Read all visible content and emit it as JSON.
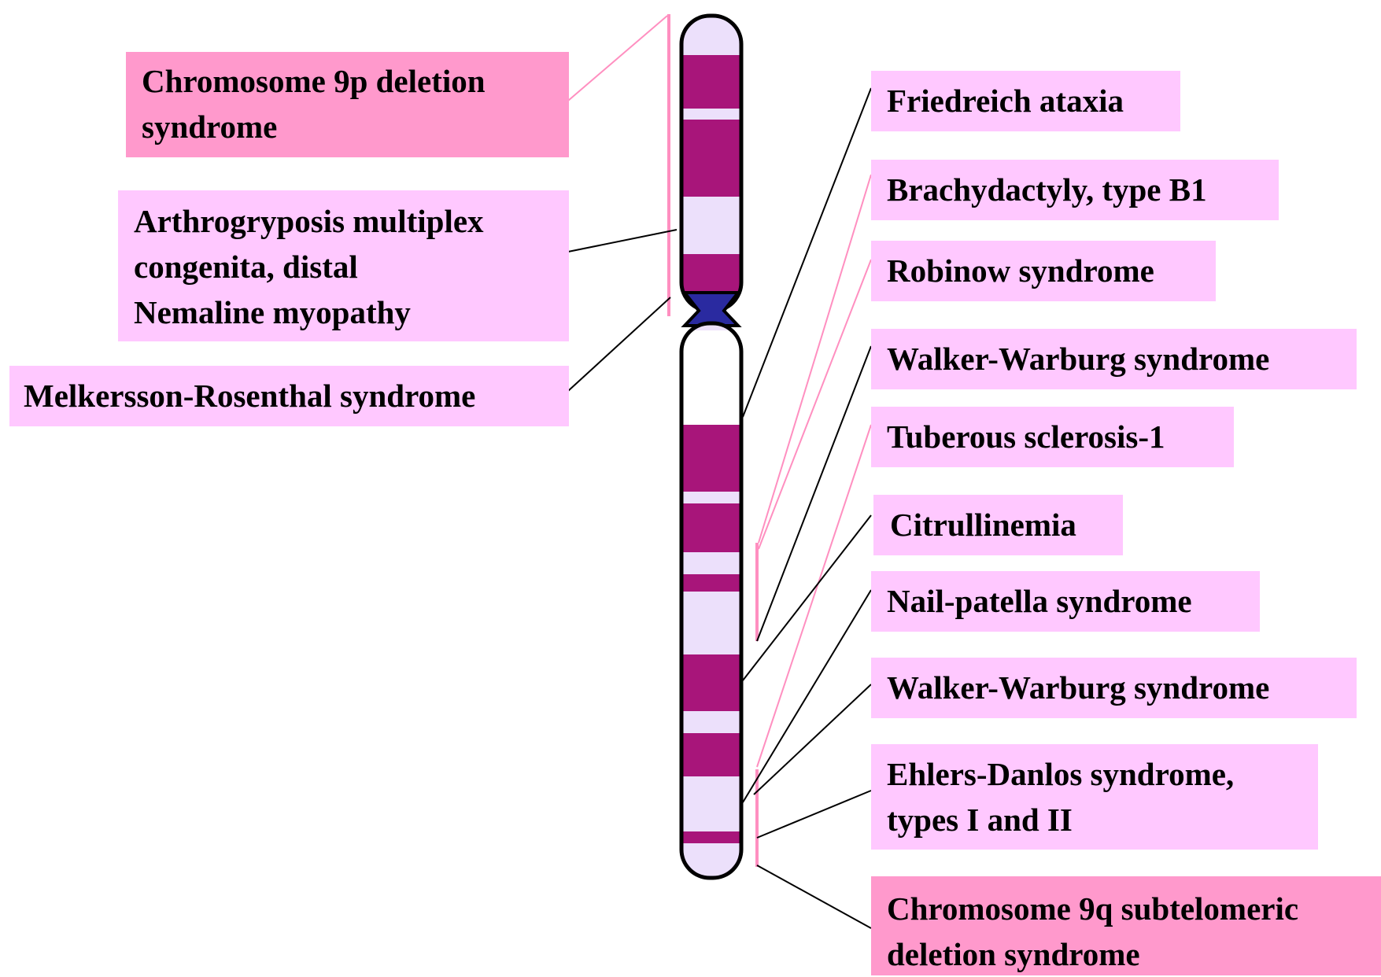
{
  "colors": {
    "label_fill_light": "#ffc8ff",
    "label_fill_strong": "#ff99cc",
    "band_dark": "#a8157a",
    "band_light": "#ece0fb",
    "centromere": "#2a2aa0",
    "leader_black": "#000000",
    "leader_pink": "#ff8fc0"
  },
  "left_labels": [
    {
      "lines": [
        "Chromosome 9p deletion",
        "syndrome"
      ],
      "style": "strong"
    },
    {
      "lines": [
        "Arthrogryposis multiplex",
        "congenita, distal",
        "Nemaline myopathy"
      ],
      "style": "light"
    },
    {
      "lines": [
        "Melkersson-Rosenthal syndrome"
      ],
      "style": "light"
    }
  ],
  "right_labels": [
    {
      "lines": [
        "Friedreich ataxia"
      ],
      "style": "light"
    },
    {
      "lines": [
        "Brachydactyly, type B1"
      ],
      "style": "light"
    },
    {
      "lines": [
        "Robinow syndrome"
      ],
      "style": "light"
    },
    {
      "lines": [
        "Walker-Warburg syndrome"
      ],
      "style": "light"
    },
    {
      "lines": [
        "Tuberous sclerosis-1"
      ],
      "style": "light"
    },
    {
      "lines": [
        "Citrullinemia"
      ],
      "style": "light"
    },
    {
      "lines": [
        "Nail-patella syndrome"
      ],
      "style": "light"
    },
    {
      "lines": [
        "Walker-Warburg syndrome"
      ],
      "style": "light"
    },
    {
      "lines": [
        "Ehlers-Danlos syndrome,",
        "types I and II"
      ],
      "style": "light"
    },
    {
      "lines": [
        "Chromosome 9q subtelomeric",
        "deletion syndrome"
      ],
      "style": "strong"
    }
  ]
}
